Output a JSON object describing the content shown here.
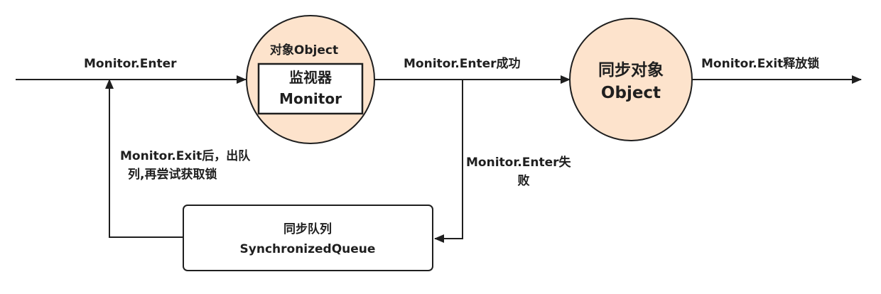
{
  "labels": {
    "enter": "Monitor.Enter",
    "enter_success": "Monitor.Enter成功",
    "exit_release": "Monitor.Exit释放锁",
    "exit_then_line1": "Monitor.Exit后，出队",
    "exit_then_line2": "列,再尝试获取锁",
    "enter_fail_line1": "Monitor.Enter失",
    "enter_fail_line2": "败"
  },
  "monitor_node": {
    "outer_label": "对象Object",
    "inner_line1": "监视器",
    "inner_line2": "Monitor"
  },
  "sync_object_node": {
    "line1": "同步对象",
    "line2": "Object"
  },
  "queue_node": {
    "line1": "同步队列",
    "line2": "SynchronizedQueue"
  },
  "colors": {
    "node_fill": "#fde3cc",
    "stroke": "#1f1f1f",
    "background": "#ffffff"
  }
}
